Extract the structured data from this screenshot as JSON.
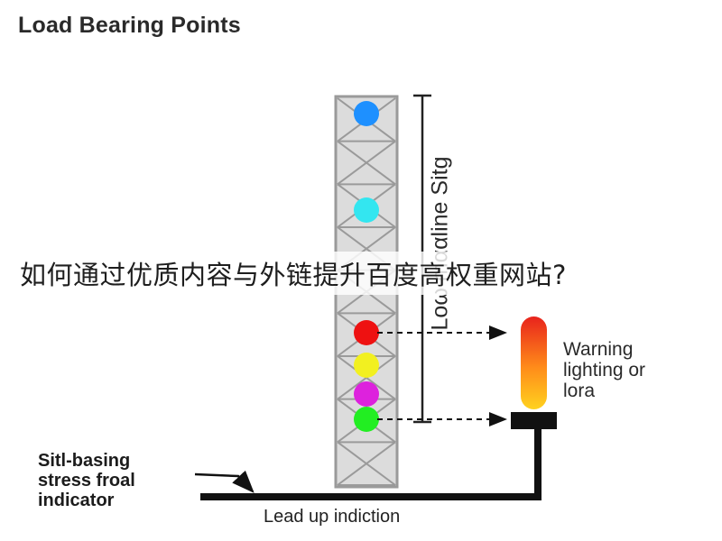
{
  "title": "Load Bearing Points",
  "tower": {
    "label": "Loω mααline Sitg",
    "indicator_colors": [
      "#1e90ff",
      "#33e6f0",
      "#ee1111",
      "#f2f020",
      "#dd22dd",
      "#22ee22"
    ]
  },
  "warning_light": {
    "label_lines": [
      "Warning",
      "lighting or",
      "lora"
    ],
    "gradient_colors": [
      "#e8231c",
      "#ff8c1a",
      "#ffd21f"
    ]
  },
  "stress_indicator": {
    "label_lines": [
      "Sitl-basing",
      "stress froal",
      "indicator"
    ]
  },
  "baseline": {
    "label": "Lead up indiction"
  },
  "overlay_banner": {
    "text": "如何通过优质内容与外链提升百度高权重网站?"
  }
}
